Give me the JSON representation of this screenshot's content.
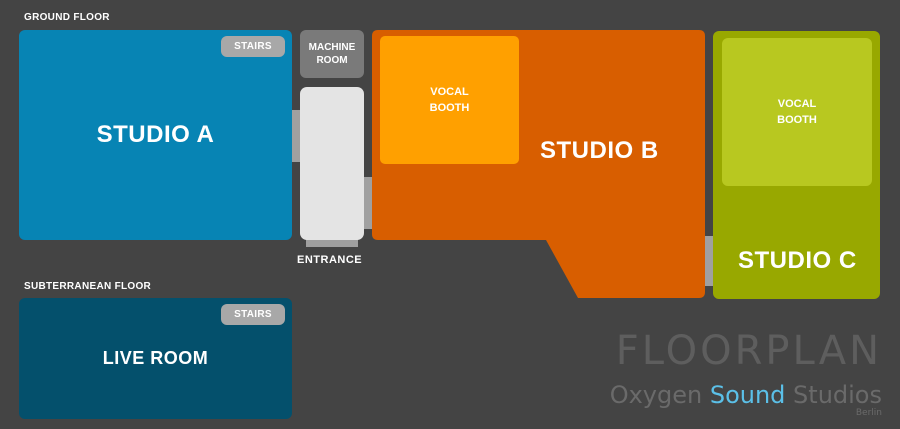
{
  "sections": {
    "ground_floor": "GROUND FLOOR",
    "subterranean_floor": "SUBTERRANEAN FLOOR"
  },
  "rooms": {
    "studio_a": "STUDIO A",
    "studio_b": "STUDIO B",
    "studio_c": "STUDIO C",
    "live_room": "LIVE ROOM",
    "machine_room": "MACHINE ROOM",
    "vocal_booth_b": "VOCAL BOOTH",
    "vocal_booth_c": "VOCAL BOOTH",
    "stairs_ground": "STAIRS",
    "stairs_subterranean": "STAIRS"
  },
  "entrance_label": "ENTRANCE",
  "branding": {
    "title": "FLOORPLAN",
    "name_part1": "Oxygen ",
    "name_part2": "Sound",
    "name_part3": " Studios",
    "city": "Berlin"
  },
  "colors": {
    "background": "#444444",
    "studio_a": "#0784b4",
    "live_room": "#04506c",
    "studio_b": "#d85e00",
    "vocal_booth_b": "#ffa000",
    "studio_c": "#98a800",
    "vocal_booth_c": "#b8c820",
    "machine_room": "#7a7a7a",
    "entrance_hall": "#e4e4e4",
    "connector": "#a0a0a0",
    "accent": "#5bc0e8"
  }
}
